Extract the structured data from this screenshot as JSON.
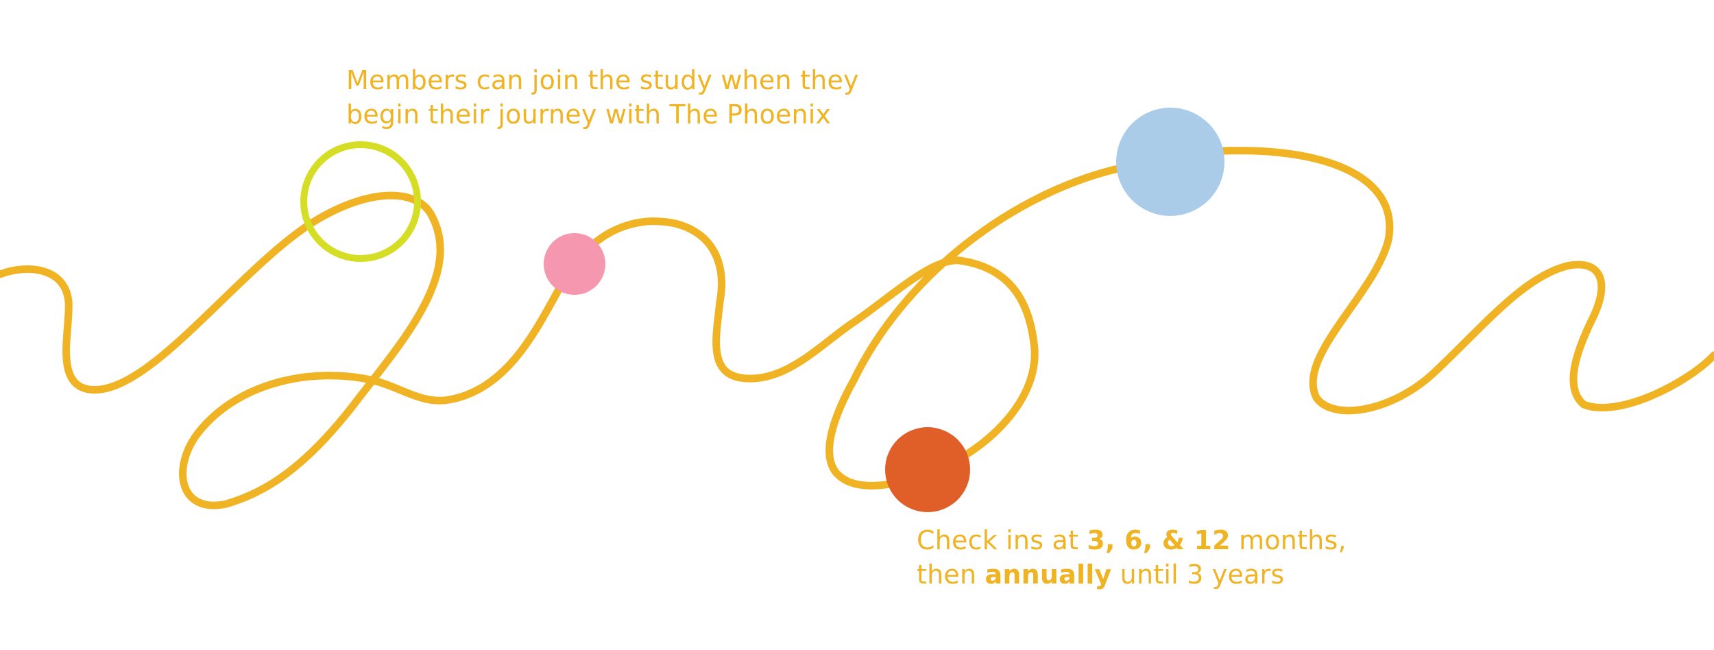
{
  "colors": {
    "path": "#F0B323",
    "text": "#F0B323",
    "ring": "#D5DE25",
    "pink_dot": "#F497AF",
    "orange_dot": "#E05E28",
    "blue_dot": "#ABCCE8",
    "background": "#FFFFFF"
  },
  "captions": {
    "join": {
      "line1": "Members can join the study when they",
      "line2": "begin their journey with The Phoenix"
    },
    "checkin": {
      "line1_prefix": "Check ins at ",
      "line1_bold": "3, 6, & 12",
      "line1_suffix": " months,",
      "line2_prefix": "then ",
      "line2_bold": "annually",
      "line2_suffix": " until 3 years"
    }
  },
  "markers": [
    {
      "name": "join-ring-marker",
      "style": "ring",
      "color_key": "ring"
    },
    {
      "name": "pink-dot-marker",
      "style": "filled",
      "color_key": "pink_dot"
    },
    {
      "name": "checkin-dot-marker",
      "style": "filled",
      "color_key": "orange_dot"
    },
    {
      "name": "blue-dot-marker",
      "style": "filled",
      "color_key": "blue_dot"
    }
  ]
}
